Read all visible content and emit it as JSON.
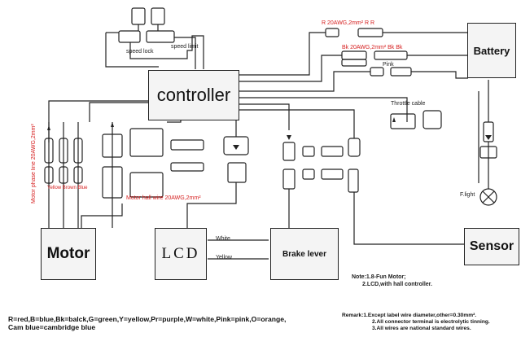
{
  "boxes": {
    "controller": "controller",
    "battery": "Battery",
    "motor": "Motor",
    "lcd": "LCD",
    "brake": "Brake lever",
    "sensor": "Sensor"
  },
  "labels": {
    "speed_left": "speed lock",
    "speed_right": "speed limit",
    "wire_top": "R    20AWG,2mm² R    R",
    "wire_bk": "Bk  20AWG,2mm² Bk    Bk",
    "wire_pink": "Pink",
    "throttle": "Throttle cable",
    "motor_phase": "Motor phase line 20AWG,2mm²",
    "motor_phase_colors": "Yellow  Brown    Blue",
    "motor_hall": "Motor hall wire 20AWG,2mm²",
    "white": "White",
    "yellow": "Yellow",
    "flight": "F.light",
    "note1": "Note:1.8-Fun  Motor;",
    "note2": "2.LCD,with hall controller."
  },
  "legend": {
    "line1": "R=red,B=blue,Bk=balck,G=green,Y=yellow,Pr=purple,W=white,Pink=pink,O=orange,",
    "line2": "Cam blue=cambridge blue"
  },
  "remark": {
    "line1": "Remark:1.Except label wire diameter,other=0.30mm².",
    "line2": "2.All connector terminal is electrolytic tinning.",
    "line3": "3.All wires are national standard wires."
  },
  "colors": {
    "line": "#222222",
    "red_text": "#d62020",
    "box_fill": "#f4f4f4"
  }
}
